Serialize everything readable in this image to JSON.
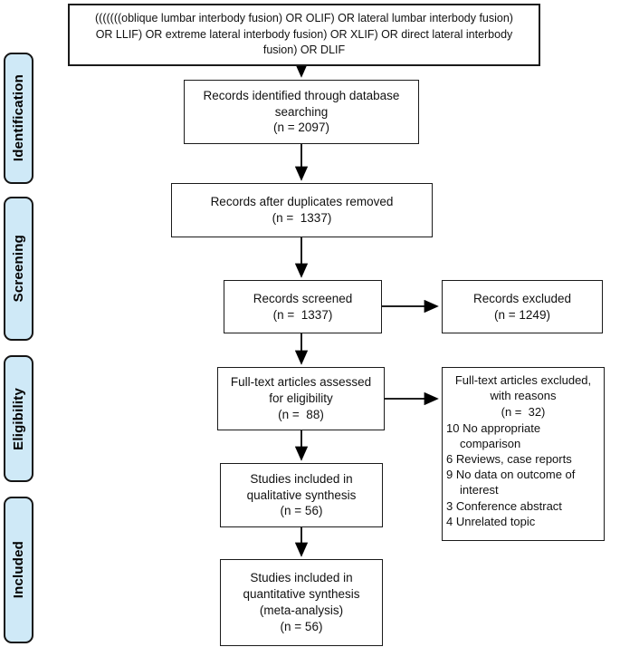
{
  "diagram": {
    "stages": [
      {
        "label": "Identification"
      },
      {
        "label": "Screening"
      },
      {
        "label": "Eligibility"
      },
      {
        "label": "Included"
      }
    ],
    "query_box": {
      "lines": [
        "(((((((oblique lumbar interbody fusion) OR OLIF) OR lateral lumbar interbody fusion)",
        "OR LLIF) OR extreme lateral interbody fusion) OR XLIF) OR direct lateral interbody",
        "fusion) OR DLIF"
      ]
    },
    "identified": {
      "lines": [
        "Records identified through database",
        "searching",
        "(n = 2097)"
      ]
    },
    "duplicates_removed": {
      "lines": [
        "Records after duplicates removed",
        "(n =  1337)"
      ]
    },
    "screened": {
      "lines": [
        "Records screened",
        "(n =  1337)"
      ]
    },
    "records_excluded": {
      "lines": [
        "Records excluded",
        "(n = 1249)"
      ]
    },
    "fulltext_assessed": {
      "lines": [
        "Full-text articles assessed",
        "for eligibility",
        "(n =  88)"
      ]
    },
    "fulltext_excluded": {
      "header_lines": [
        "Full-text articles excluded,",
        "with reasons",
        "(n =  32)"
      ],
      "reasons": [
        "10 No appropriate comparison",
        "6 Reviews, case reports",
        "9 No data on outcome of interest",
        "3 Conference abstract",
        "4 Unrelated topic"
      ]
    },
    "qualitative": {
      "lines": [
        "Studies included in",
        "qualitative synthesis",
        "(n = 56)"
      ]
    },
    "quantitative": {
      "lines": [
        "Studies included in",
        "quantitative synthesis",
        "(meta-analysis)",
        "(n = 56)"
      ]
    },
    "colors": {
      "stage_fill": "#cfe9f7",
      "box_border": "#1a1a1a",
      "arrow": "#000000"
    }
  }
}
